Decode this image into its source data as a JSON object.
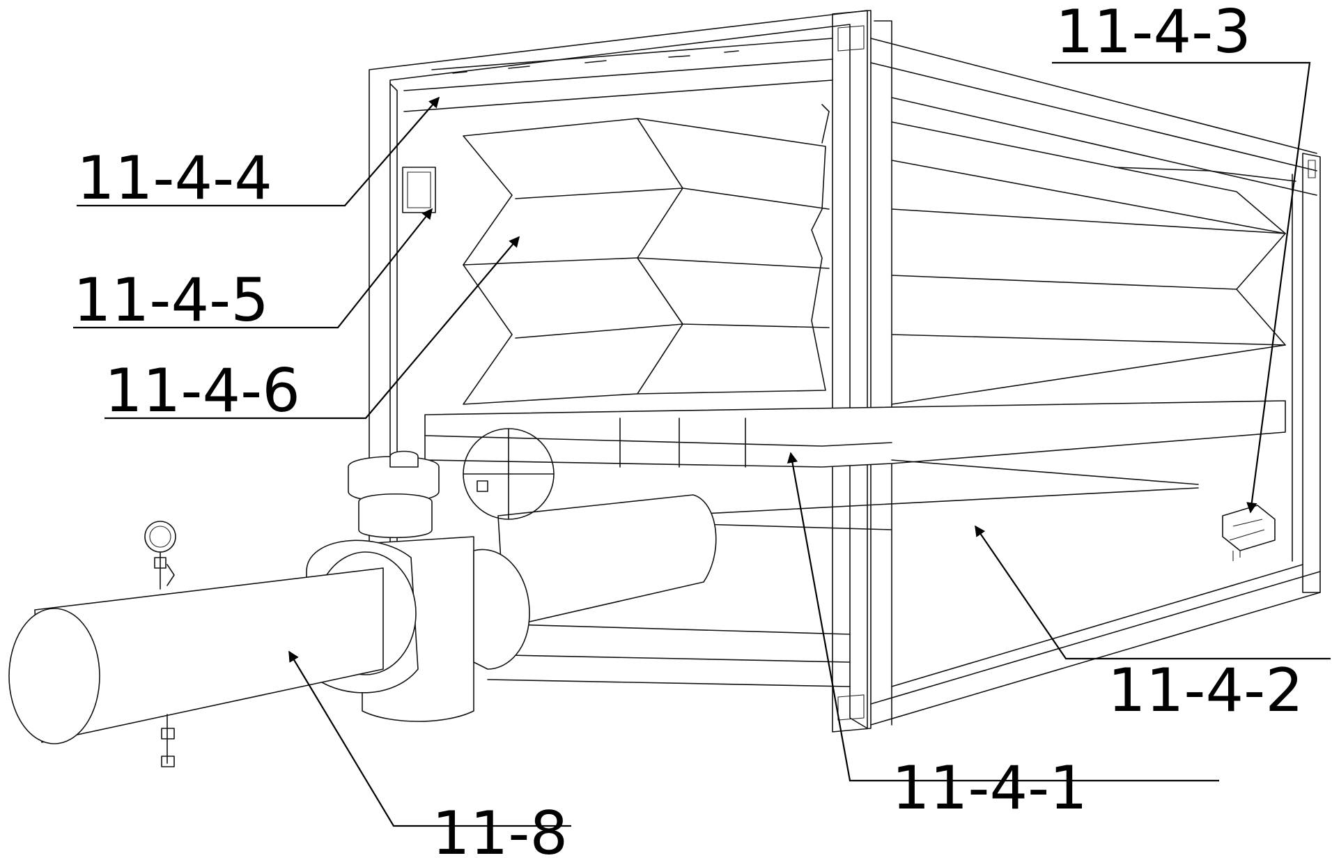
{
  "figure": {
    "labels": {
      "l_11_4_3": "11-4-3",
      "l_11_4_4": "11-4-4",
      "l_11_4_5": "11-4-5",
      "l_11_4_6": "11-4-6",
      "l_11_4_2": "11-4-2",
      "l_11_4_1": "11-4-1",
      "l_11_8": "11-8"
    }
  }
}
